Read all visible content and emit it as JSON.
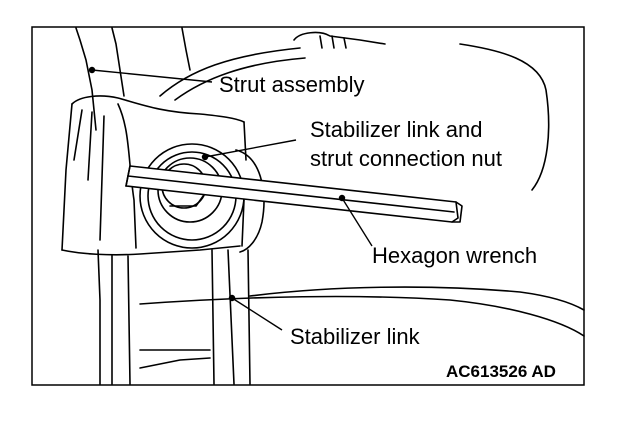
{
  "labels": {
    "strut_assembly": "Strut assembly",
    "nut_line1": "Stabilizer link and",
    "nut_line2": "strut connection nut",
    "hexagon_wrench": "Hexagon wrench",
    "stabilizer_link": "Stabilizer link"
  },
  "figure_code": "AC613526 AD",
  "colors": {
    "line": "#000000",
    "background": "#ffffff"
  }
}
